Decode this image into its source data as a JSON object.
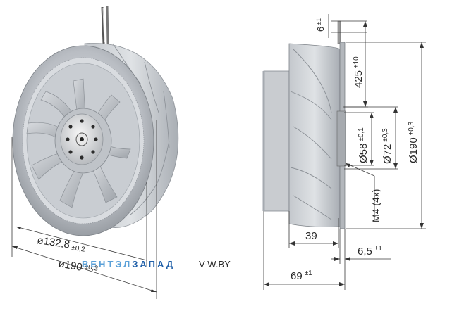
{
  "left_view": {
    "dim_inner_diameter": "ø132,8",
    "dim_inner_tol": "±0,2",
    "dim_outer_diameter": "ø190",
    "dim_outer_tol": "±0,3"
  },
  "right_view": {
    "dim_6": "6",
    "dim_6_tol": "±1",
    "dim_425": "425",
    "dim_425_tol": "±10",
    "dim_58": "Ø58",
    "dim_58_tol": "±0,1",
    "dim_72": "Ø72",
    "dim_72_tol": "±0,3",
    "dim_190": "Ø190",
    "dim_190_tol": "±0,3",
    "thread": "M4 (4x)",
    "dim_39": "39",
    "dim_65": "6,5",
    "dim_65_tol": "±1",
    "dim_69": "69",
    "dim_69_tol": "±1"
  },
  "watermark": {
    "brand_part1": "ВЕНТЭЛ",
    "brand_part2": "ЗАПАД",
    "site": "V-W.BY",
    "color1": "#5aa0d8",
    "color2": "#1f5fa8",
    "color3": "#8aa6c4"
  }
}
